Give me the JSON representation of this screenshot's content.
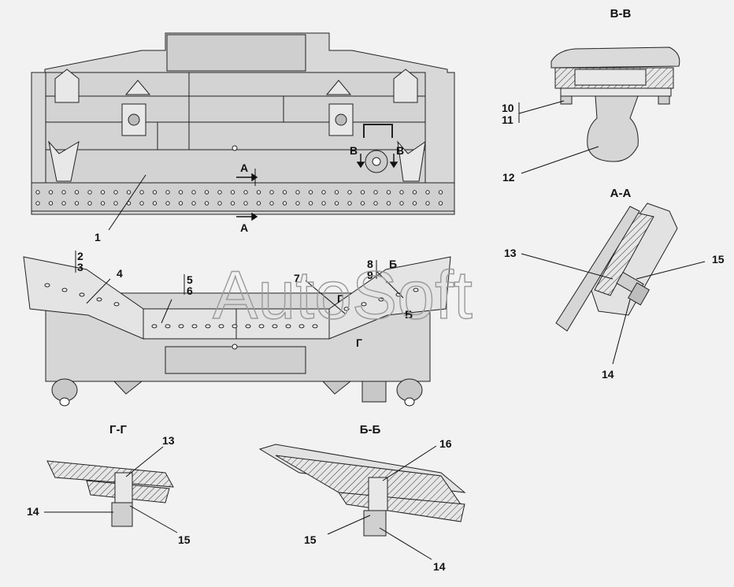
{
  "watermark": "AutoSoft",
  "sections": {
    "vv": "В-В",
    "aa": "А-А",
    "gg": "Г-Г",
    "bb": "Б-Б"
  },
  "view_marks": {
    "a": "А",
    "v": "В",
    "b": "Б",
    "g": "Г"
  },
  "callouts": {
    "c1": "1",
    "c2": "2",
    "c3": "3",
    "c4": "4",
    "c5": "5",
    "c6": "6",
    "c7": "7",
    "c8": "8",
    "c9": "9",
    "c10": "10",
    "c11": "11",
    "c12": "12",
    "c13": "13",
    "c14": "14",
    "c15": "15",
    "c16": "16"
  },
  "colors": {
    "background": "#f2f2f2",
    "body": "#d8d8d8",
    "line": "#222222",
    "watermark": "#9a9a9a"
  }
}
